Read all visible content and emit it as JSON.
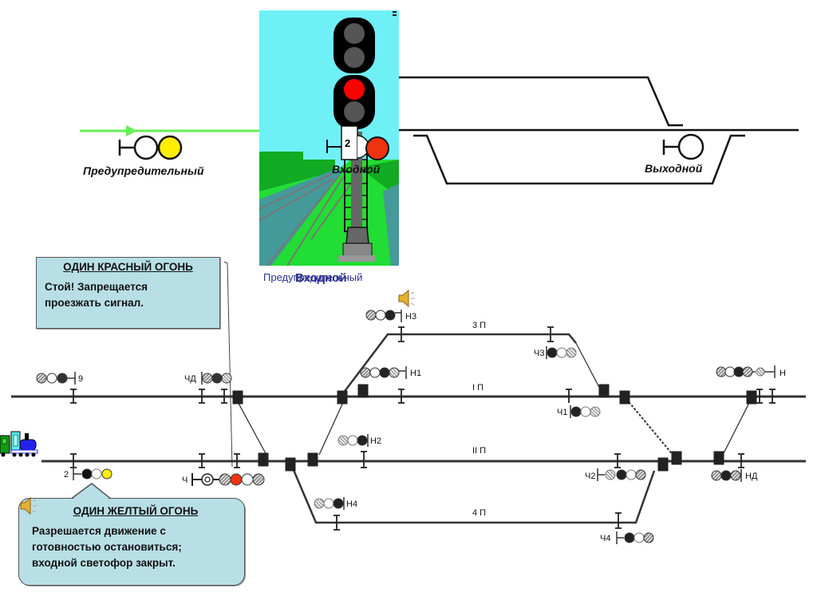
{
  "top_scheme": {
    "warning_signal_label": "Предупредительный",
    "entry_signal_label": "Входной",
    "exit_signal_label": "Выходной",
    "entry_signal_number": "2",
    "route_arrow_color": "#66ee55"
  },
  "picture": {
    "caption_back": "Предупредительный",
    "caption_front": "Входной",
    "lights": [
      "off",
      "off",
      "red",
      "off"
    ]
  },
  "info_red": {
    "title": "ОДИН КРАСНЫЙ ОГОНЬ",
    "body_line1": "Стой!  Запрещается",
    "body_line2": "проезжать сигнал."
  },
  "info_yellow": {
    "title": "ОДИН ЖЕЛТЫЙ ОГОНЬ",
    "body_line1": "Разрешается движение с",
    "body_line2": "готовностью остановиться;",
    "body_line3": "входной светофор закрыт."
  },
  "station": {
    "tracks": [
      {
        "id": "3p",
        "label": "3 П"
      },
      {
        "id": "1p",
        "label": "I П"
      },
      {
        "id": "2p",
        "label": "II П"
      },
      {
        "id": "4p",
        "label": "4 П"
      }
    ],
    "signals": {
      "s9": "9",
      "chd": "ЧД",
      "n3": "Н3",
      "n1": "Н1",
      "n2": "Н2",
      "n4": "Н4",
      "ch3": "Ч3",
      "ch1": "Ч1",
      "ch2": "Ч2",
      "ch4": "Ч4",
      "n": "Н",
      "nd": "НД",
      "ch": "Ч",
      "s2": "2"
    },
    "aspect_ch_lit": "red",
    "aspect_2_lit": "yellow"
  },
  "colors": {
    "red_light": "#ee3311",
    "yellow_light": "#ffee00",
    "sky": "#6ff0f7",
    "grass": "#22dd33",
    "info_bg": "#b8dfe6"
  }
}
